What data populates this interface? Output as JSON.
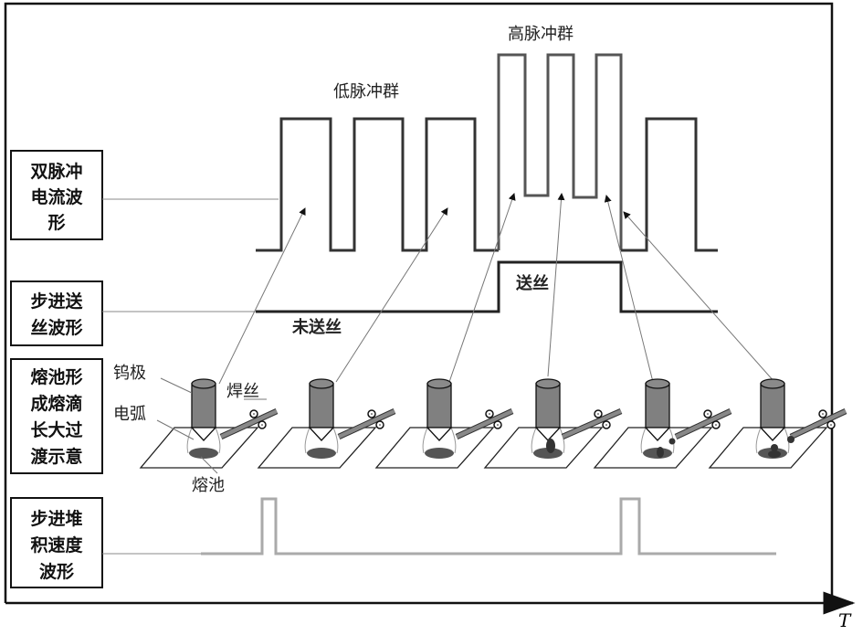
{
  "row_labels": [
    [
      "双脉冲",
      "电流波",
      "形"
    ],
    [
      "步进送",
      "丝波形"
    ],
    [
      "熔池形",
      "成熔滴",
      "长大过",
      "渡示意"
    ],
    [
      "步进堆",
      "积速度",
      "波形"
    ]
  ],
  "annotations": {
    "low_pulse_group": "低脉冲群",
    "high_pulse_group": "高脉冲群",
    "wire_feed_on": "送丝",
    "wire_feed_off": "未送丝",
    "tungsten_electrode": "钨极",
    "filler_wire": "焊丝",
    "arc": "电弧",
    "weld_pool": "熔池"
  },
  "axis": {
    "time_label": "T"
  },
  "colors": {
    "current": "#333333",
    "high_pulse": "#555555",
    "deposition": "#aaaaaa",
    "electrode": "#808080",
    "pool": "#555555"
  }
}
